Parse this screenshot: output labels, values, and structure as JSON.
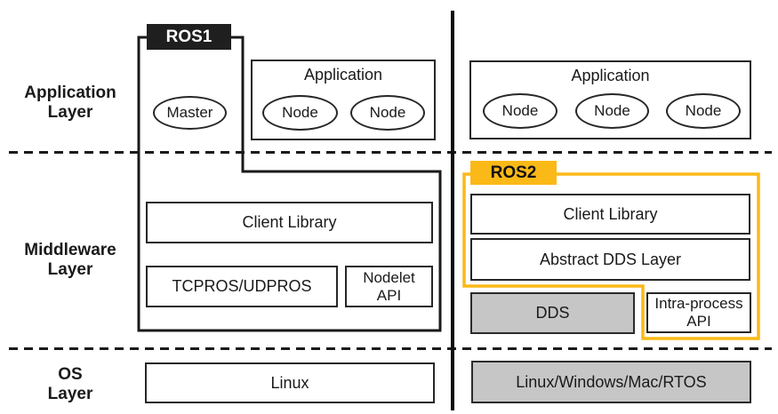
{
  "colors": {
    "accent_yellow": "#FBB917",
    "outline_yellow": "#FCC12C",
    "gray_fill": "#C6C6C6",
    "ink": "#1A1A1A"
  },
  "layer_labels": {
    "application": "Application\nLayer",
    "middleware": "Middleware\nLayer",
    "os": "OS\nLayer"
  },
  "ros1": {
    "tag": "ROS1",
    "application_title": "Application",
    "master_label": "Master",
    "nodes": [
      "Node",
      "Node"
    ],
    "client_library": "Client Library",
    "transport": "TCPROS/UDPROS",
    "nodelet_api": "Nodelet\nAPI",
    "os_label": "Linux"
  },
  "ros2": {
    "tag": "ROS2",
    "application_title": "Application",
    "nodes": [
      "Node",
      "Node",
      "Node"
    ],
    "client_library": "Client Library",
    "abstract_dds": "Abstract DDS Layer",
    "dds": "DDS",
    "intra_process_api": "Intra-process\nAPI",
    "os_label": "Linux/Windows/Mac/RTOS"
  }
}
